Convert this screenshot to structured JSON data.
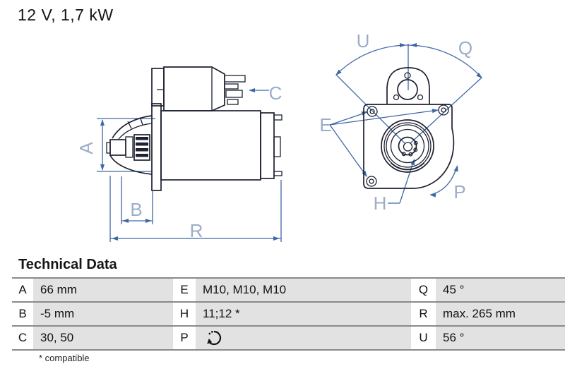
{
  "header": {
    "title": "12 V, 1,7 kW"
  },
  "diagram": {
    "side_view_labels": {
      "a": "A",
      "b": "B",
      "c": "C",
      "r": "R"
    },
    "front_view_labels": {
      "u": "U",
      "q": "Q",
      "e": "E",
      "h": "H",
      "p": "P"
    }
  },
  "technical_data": {
    "heading": "Technical Data",
    "rows": [
      {
        "key1": "A",
        "val1": "66 mm",
        "key2": "E",
        "val2": "M10, M10, M10",
        "key3": "Q",
        "val3": "45 °"
      },
      {
        "key1": "B",
        "val1": "-5 mm",
        "key2": "H",
        "val2": "11;12 *",
        "key3": "R",
        "val3": "max. 265 mm"
      },
      {
        "key1": "C",
        "val1": "30, 50",
        "key2": "P",
        "val2": "",
        "key3": "U",
        "val3": "56 °"
      }
    ],
    "footnote": "* compatible"
  },
  "icons": {
    "p_rotation": "ccw-rotation ↺"
  },
  "colors": {
    "drawing_line": "#1d2130",
    "dimension_line": "#3f67a6",
    "dimension_label": "#9badc9",
    "table_cell_bg": "#e2e2e2",
    "table_divider": "#8a8a8a",
    "text": "#151515"
  }
}
